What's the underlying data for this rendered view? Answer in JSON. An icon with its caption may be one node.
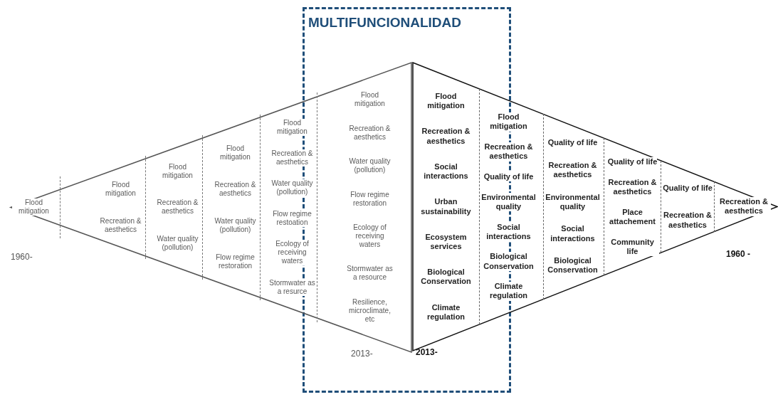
{
  "diagram": {
    "nodes": [
      {
        "text": [
          "MULTIFUNCIONALIDAD"
        ]
      },
      {
        "text": [],
        "shape": "triangle"
      },
      {
        "text": [
          "Flood mitigation"
        ],
        "in": 1
      },
      {
        "text": [
          "Flood mitigation",
          "Recreation & aesthetics"
        ],
        "in": 1
      },
      {
        "text": [
          "Flood mitigation",
          "Recreation & aesthetics",
          "Water quality (pollution)"
        ],
        "in": 1
      },
      {
        "text": [
          "Flood mitigation",
          "Recreation & aesthetics",
          "Water quality (pollution)",
          "Flow regime restoration"
        ],
        "in": 1
      },
      {
        "text": [
          "Flood mitigation",
          "Recreation & aesthetics",
          "Water quality (pollution)",
          "Flow regime restoation",
          "Ecology of receiving waters",
          "Stormwater as a resurce"
        ],
        "in": 1
      },
      {
        "text": [
          "Flood mitigation",
          "Recreation & aesthetics",
          "Water quality (pollution)",
          "Flow regime restoration",
          "Ecology of receiving waters",
          "Stormwater as a resource",
          "Resilience, microclimate, etc"
        ]
      },
      {
        "text": [],
        "shape": "triangle"
      },
      {
        "text": [
          "Flood mitigation",
          "Recreation & aesthetics",
          "Social interactions",
          "Urban sustainability",
          "Ecosystem services",
          "Biological Conservation",
          "Climate regulation"
        ]
      },
      {
        "text": [
          "Flood mitigation",
          "Recreation & aesthetics",
          "Quality of life",
          "Environmental quality",
          "Social interactions",
          "Biological Conservation",
          "Climate regulation"
        ],
        "in": 8
      },
      {
        "text": [
          "Quality of life",
          "Recreation & aesthetics",
          "Environmental quality",
          "Social interactions",
          "Biological Conservation"
        ],
        "in": 8
      },
      {
        "text": [
          "Quality of life",
          "Recreation & aesthetics",
          "Place attachement",
          "Community life"
        ],
        "in": 8
      },
      {
        "text": [
          "Quality of life",
          "Recreation & aesthetics"
        ],
        "in": 8
      },
      {
        "text": [
          "Recreation & aesthetics"
        ],
        "in": 8
      }
    ],
    "labels": [
      "1960-",
      "2013-",
      "2013-",
      "1960 -"
    ]
  }
}
